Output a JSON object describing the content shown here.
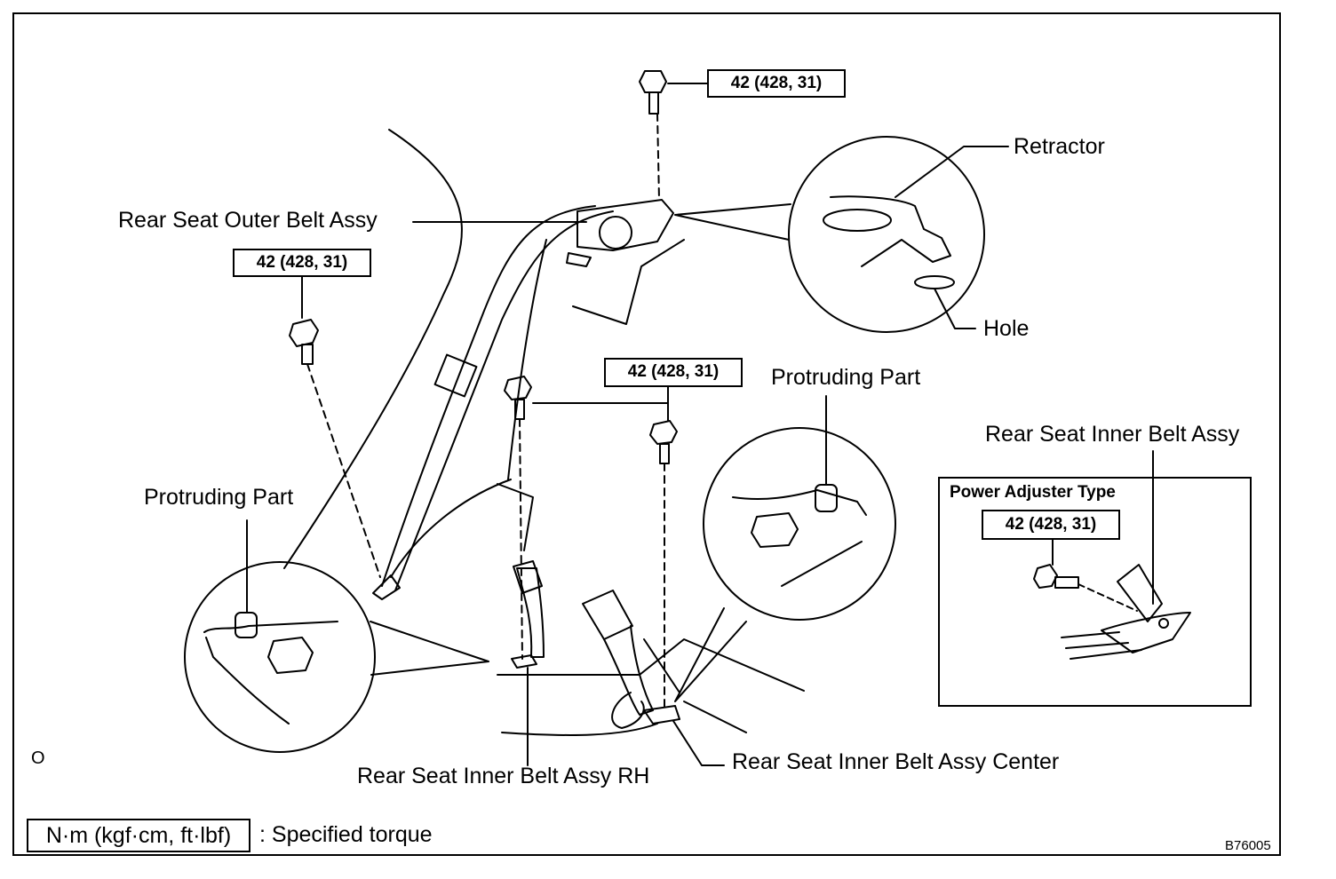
{
  "torque_labels": {
    "top": "42 (428, 31)",
    "left": "42 (428, 31)",
    "middle": "42 (428, 31)",
    "inset": "42 (428, 31)"
  },
  "callouts": {
    "retractor": "Retractor",
    "hole": "Hole",
    "outer_belt": "Rear Seat Outer Belt Assy",
    "protruding_part_right": "Protruding Part",
    "protruding_part_left": "Protruding Part",
    "inner_belt_inset": "Rear Seat Inner Belt Assy",
    "inner_belt_rh": "Rear Seat Inner Belt Assy RH",
    "inner_belt_center": "Rear Seat Inner Belt Assy Center"
  },
  "inset": {
    "title": "Power Adjuster Type"
  },
  "legend": {
    "unit": "N·m (kgf·cm, ft·lbf)",
    "meaning": ": Specified torque"
  },
  "corner_mark": "O",
  "figure_code": "B76005"
}
